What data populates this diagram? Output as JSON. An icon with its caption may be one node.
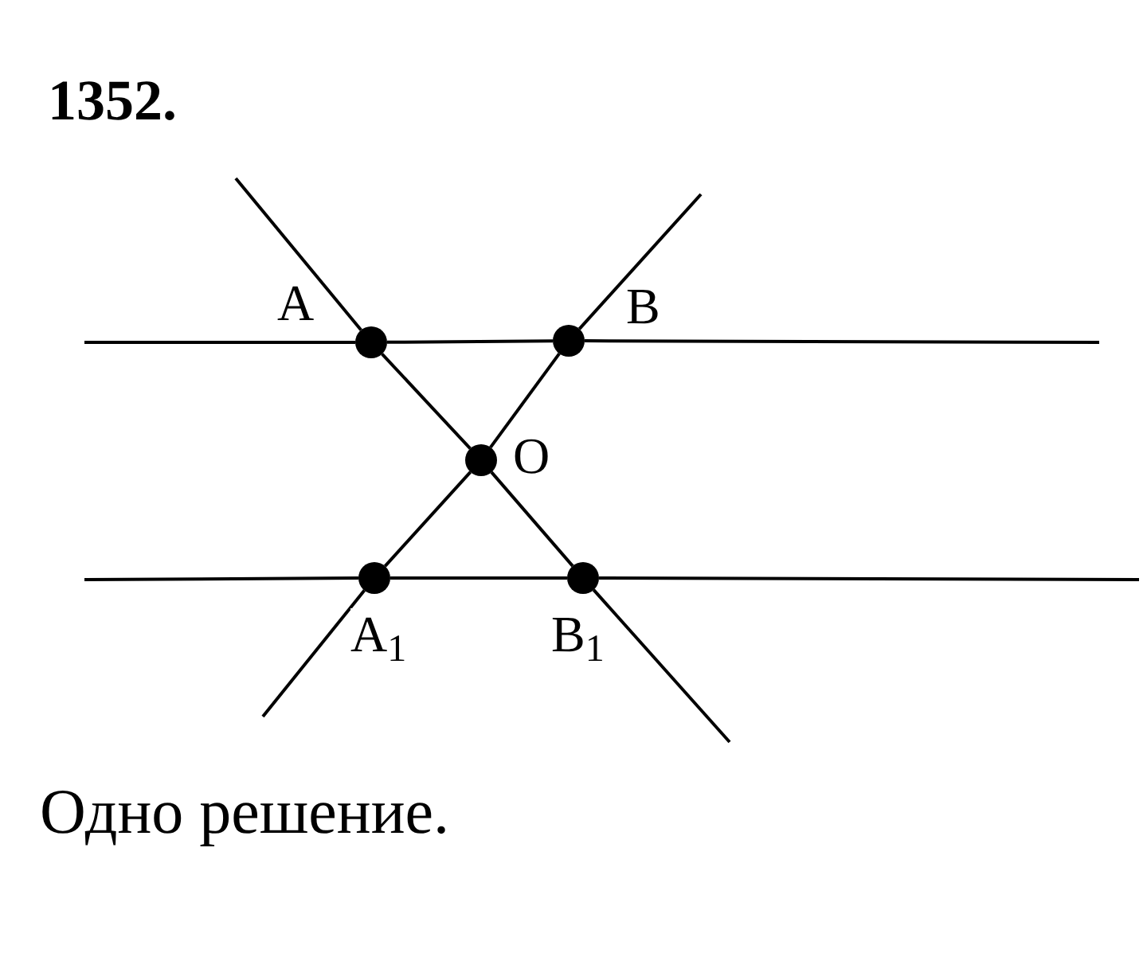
{
  "diagram": {
    "title": "1352.",
    "caption": "Одно решение.",
    "nodes": [
      {
        "text": [],
        "shape": "circle",
        "beside": [
          "A"
        ]
      },
      {
        "text": [],
        "shape": "circle",
        "beside": [
          "B"
        ]
      },
      {
        "text": [],
        "shape": "circle",
        "beside": [
          "O"
        ]
      },
      {
        "text": [],
        "shape": "circle",
        "beside": [
          "A$_{1}$"
        ]
      },
      {
        "text": [],
        "shape": "circle",
        "beside": [
          "B$_{1}$"
        ]
      }
    ],
    "edges": [
      {
        "from": null,
        "to": 0,
        "arrow": "none"
      },
      {
        "from": 0,
        "to": 2,
        "arrow": "none"
      },
      {
        "from": 2,
        "to": 4,
        "arrow": "none"
      },
      {
        "from": 4,
        "to": null,
        "arrow": "none"
      },
      {
        "from": null,
        "to": 1,
        "arrow": "none"
      },
      {
        "from": 1,
        "to": 2,
        "arrow": "none"
      },
      {
        "from": 2,
        "to": 3,
        "arrow": "none"
      },
      {
        "from": 3,
        "to": null,
        "arrow": "none"
      },
      {
        "from": null,
        "to": 0,
        "arrow": "none"
      },
      {
        "from": 0,
        "to": 1,
        "arrow": "none"
      },
      {
        "from": 1,
        "to": null,
        "arrow": "none"
      },
      {
        "from": null,
        "to": 3,
        "arrow": "none"
      },
      {
        "from": 3,
        "to": 4,
        "arrow": "none"
      },
      {
        "from": 4,
        "to": null,
        "arrow": "none"
      }
    ]
  }
}
